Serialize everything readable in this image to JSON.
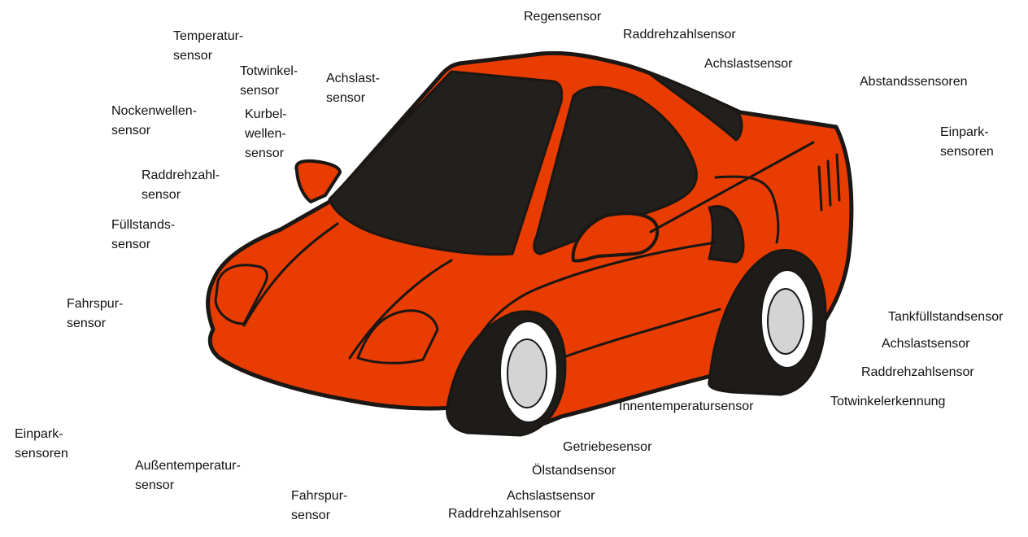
{
  "colors": {
    "body": "#e83c00",
    "outline": "#1a1714",
    "glass": "#22201c",
    "tire": "#1e1c19",
    "rim": "#d4d4d4",
    "label": "#111111"
  },
  "labels": {
    "regen": "Regensensor",
    "raddrehzahl_top": "Raddrehzahlsensor",
    "achslast_top": "Achslastsensor",
    "abstand": "Abstandssensoren",
    "einpark_right": "Einpark-\nsensoren",
    "temperatur": "Temperatur-\nsensor",
    "totwinkel": "Totwinkel-\nsensor",
    "achslast_left": "Achslast-\nsensor",
    "nockenwellen": "Nockenwellen-\nsensor",
    "kurbelwellen": "Kurbel-\nwellen-\nsensor",
    "raddrehzahl_left": "Raddrehzahl-\nsensor",
    "fuellstand": "Füllstands-\nsensor",
    "fahrspur_left": "Fahrspur-\nsensor",
    "tankfuellstand": "Tankfüllstandsensor",
    "achslast_right": "Achslastsensor",
    "raddrehzahl_right": "Raddrehzahlsensor",
    "totwinkelerkennung": "Totwinkelerkennung",
    "innentemperatur": "Innentemperatursensor",
    "einpark_left": "Einpark-\nsensoren",
    "getriebe": "Getriebesensor",
    "aussentemperatur": "Außentemperatur-\nsensor",
    "oelstand": "Ölstandsensor",
    "fahrspur_bottom": "Fahrspur-\nsensor",
    "achslast_bottom": "Achslastsensor",
    "raddrehzahl_bottom": "Raddrehzahlsensor"
  }
}
